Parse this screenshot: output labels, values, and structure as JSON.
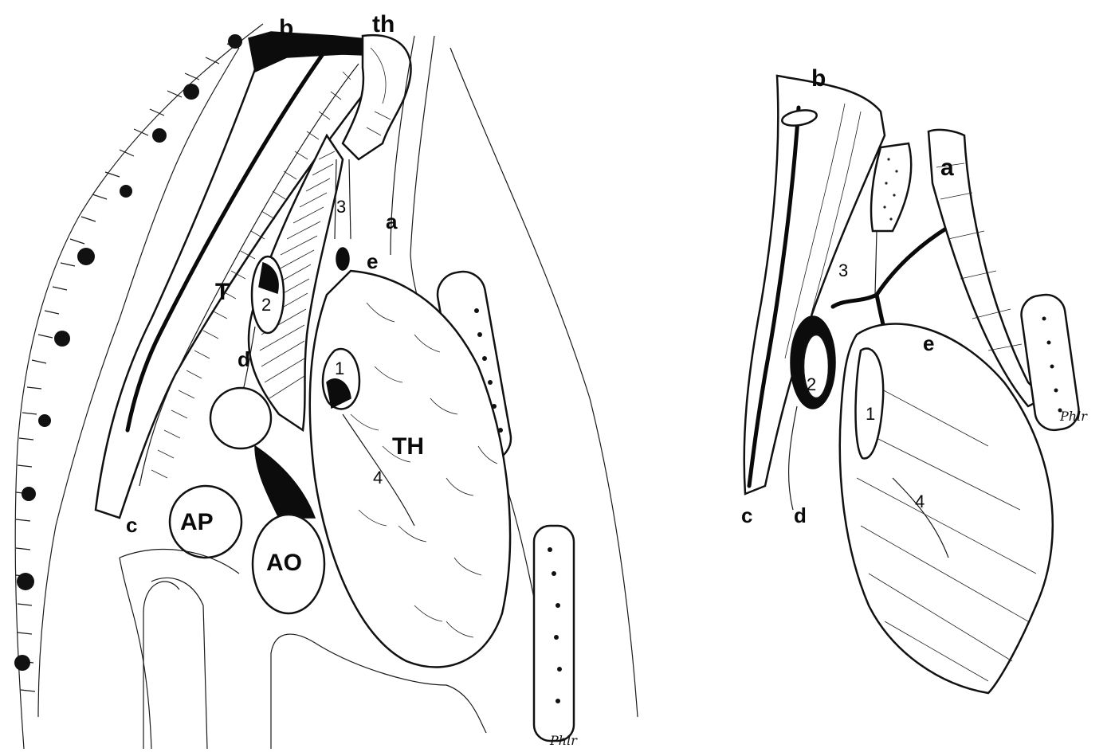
{
  "left_figure": {
    "labels": {
      "b": "b",
      "th": "th",
      "a": "a",
      "e": "e",
      "n3": "3",
      "T": "T",
      "n2": "2",
      "d": "d",
      "n1": "1",
      "TH": "TH",
      "n4": "4",
      "c": "c",
      "AP": "AP",
      "AO": "AO"
    },
    "signature": "Phlr"
  },
  "right_figure": {
    "labels": {
      "b": "b",
      "a": "a",
      "n3": "3",
      "e": "e",
      "n2": "2",
      "n1": "1",
      "n4": "4",
      "c": "c",
      "d": "d"
    },
    "signature": "Phlr"
  }
}
